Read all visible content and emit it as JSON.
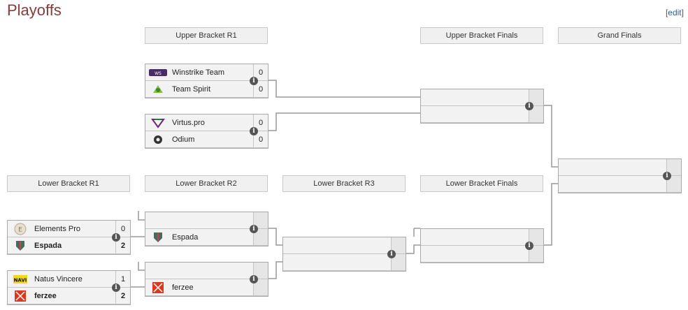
{
  "title": "Playoffs",
  "edit_label": "edit",
  "headers": {
    "ub_r1": "Upper Bracket R1",
    "ub_finals": "Upper Bracket Finals",
    "grand_finals": "Grand Finals",
    "lb_r1": "Lower Bracket R1",
    "lb_r2": "Lower Bracket R2",
    "lb_r3": "Lower Bracket R3",
    "lb_finals": "Lower Bracket Finals"
  },
  "colors": {
    "title": "#8b3a3a",
    "link": "#2a6496",
    "line": "#999999"
  },
  "matches": {
    "ub1": {
      "team1": {
        "name": "Winstrike Team",
        "score": "0",
        "logo": "winstrike-logo-icon"
      },
      "team2": {
        "name": "Team Spirit",
        "score": "0",
        "logo": "team-spirit-logo-icon"
      }
    },
    "ub2": {
      "team1": {
        "name": "Virtus.pro",
        "score": "0",
        "logo": "virtus-pro-logo-icon"
      },
      "team2": {
        "name": "Odium",
        "score": "0",
        "logo": "odium-logo-icon"
      }
    },
    "lb1": {
      "team1": {
        "name": "Elements Pro",
        "score": "0",
        "logo": "elements-pro-logo-icon"
      },
      "team2": {
        "name": "Espada",
        "score": "2",
        "logo": "espada-logo-icon",
        "winner": true
      }
    },
    "lb2": {
      "team1": {
        "name": "Natus Vincere",
        "score": "1",
        "logo": "navi-logo-icon"
      },
      "team2": {
        "name": "ferzee",
        "score": "2",
        "logo": "ferzee-logo-icon",
        "winner": true
      }
    },
    "lbr2a": {
      "team1": {
        "name": "",
        "score": ""
      },
      "team2": {
        "name": "Espada",
        "score": "",
        "logo": "espada-logo-icon"
      }
    },
    "lbr2b": {
      "team1": {
        "name": "",
        "score": ""
      },
      "team2": {
        "name": "ferzee",
        "score": "",
        "logo": "ferzee-logo-icon"
      }
    }
  }
}
